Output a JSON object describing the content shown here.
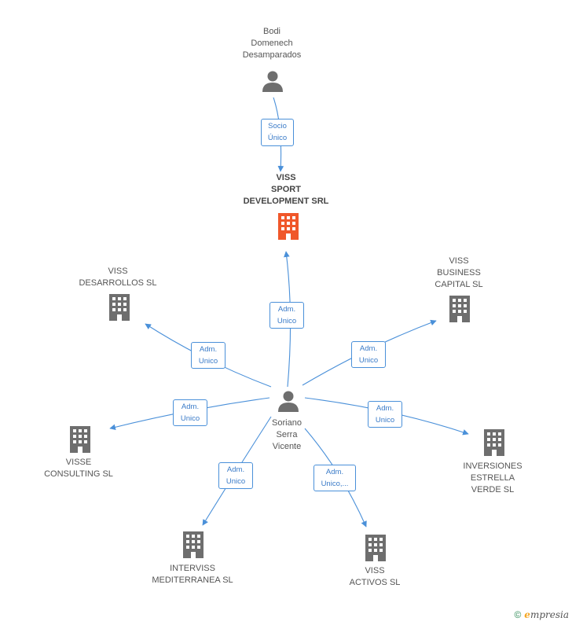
{
  "colors": {
    "edge": "#4a90d9",
    "company": "#6e6e6e",
    "company_main": "#f0572a",
    "person": "#6e6e6e"
  },
  "nodes": {
    "bodi": {
      "label": "Bodi\nDomenech\nDesamparados",
      "type": "person-icon"
    },
    "viss_sport": {
      "label": "VISS\nSPORT\nDEVELOPMENT SRL",
      "type": "building-icon"
    },
    "soriano": {
      "label": "Soriano\nSerra\nVicente",
      "type": "person-icon"
    },
    "viss_desarrollos": {
      "label": "VISS\nDESARROLLOS SL",
      "type": "building-icon"
    },
    "viss_business": {
      "label": "VISS\nBUSINESS\nCAPITAL  SL",
      "type": "building-icon"
    },
    "visse": {
      "label": "VISSE\nCONSULTING SL",
      "type": "building-icon"
    },
    "inversiones": {
      "label": "INVERSIONES\nESTRELLA\nVERDE SL",
      "type": "building-icon"
    },
    "interviss": {
      "label": "INTERVISS\nMEDITERRANEA SL",
      "type": "building-icon"
    },
    "viss_activos": {
      "label": "VISS\nACTIVOS SL",
      "type": "building-icon"
    }
  },
  "relations": {
    "socio_unico": "Socio\nÚnico",
    "adm_sport": "Adm.\nUnico",
    "adm_desarrollos": "Adm.\nUnico",
    "adm_business": "Adm.\nUnico",
    "adm_visse": "Adm.\nUnico",
    "adm_inversiones": "Adm.\nUnico",
    "adm_interviss": "Adm.\nUnico",
    "adm_activos": "Adm.\nUnico,..."
  },
  "footer": {
    "copyright": "©",
    "brand_first": "e",
    "brand_rest": "mpresia"
  }
}
